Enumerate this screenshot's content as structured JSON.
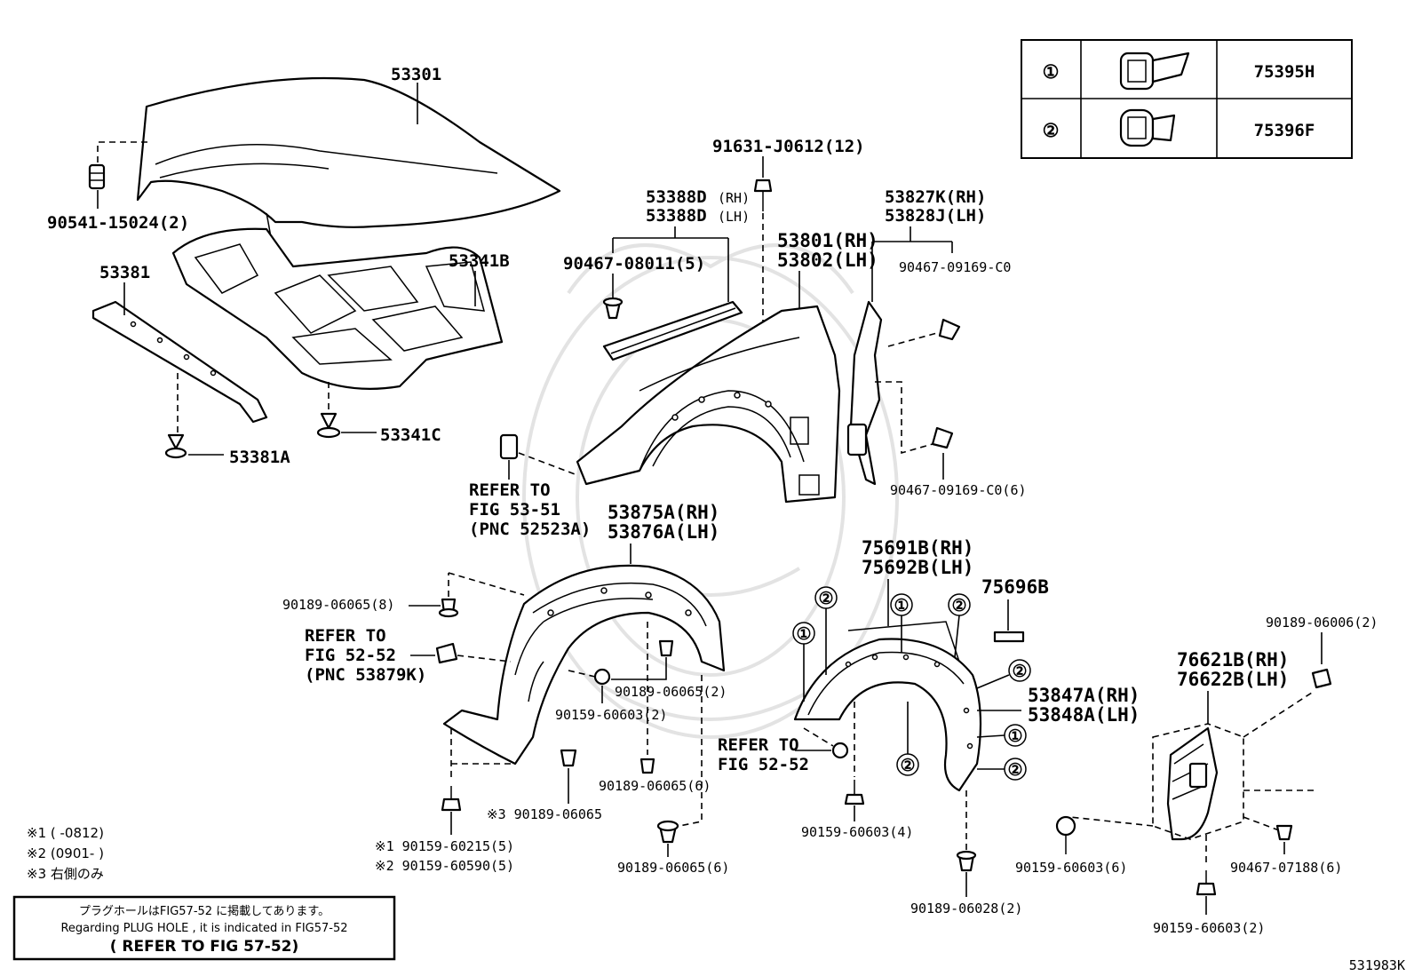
{
  "legend": {
    "rows": [
      {
        "marker": "①",
        "part_no": "75395H",
        "icon": "clip-icon"
      },
      {
        "marker": "②",
        "part_no": "75396F",
        "icon": "clip-icon"
      }
    ]
  },
  "labels": {
    "p53301": "53301",
    "p90541": "90541-15024(2)",
    "p53381": "53381",
    "p53341B": "53341B",
    "p53341C": "53341C",
    "p53381A": "53381A",
    "p91631": "91631-J0612(12)",
    "p53388_rh": "53388D",
    "p53388_rh_suffix": "(RH)",
    "p53388_lh": "53388D",
    "p53388_lh_suffix": "(LH)",
    "p90467_08011": "90467-08011(5)",
    "p53801": "53801(RH)",
    "p53802": "53802(LH)",
    "p53827": "53827K(RH)",
    "p53828": "53828J(LH)",
    "p90467_09169_top": "90467-09169-C0",
    "p90467_09169_bot": "90467-09169-C0(6)",
    "refer_53_51_a": "REFER TO",
    "refer_53_51_b": "FIG 53-51",
    "refer_53_51_c": "(PNC 52523A)",
    "p53875": "53875A(RH)",
    "p53876": "53876A(LH)",
    "p90189_06065_8": "90189-06065(8)",
    "refer_52_52_a": "REFER TO",
    "refer_52_52_b": "FIG 52-52",
    "refer_52_52_c": "(PNC 53879K)",
    "p90189_06065_2": "90189-06065(2)",
    "p90159_60603_2a": "90159-60603(2)",
    "p90189_06065_6a": "90189-06065(6)",
    "p90189_06065_x3": "※3 90189-06065",
    "p90159_60215": "※1 90159-60215(5)",
    "p90159_60590": "※2 90159-60590(5)",
    "p90189_06065_6b": "90189-06065(6)",
    "p75691": "75691B(RH)",
    "p75692": "75692B(LH)",
    "p75696": "75696B",
    "p53847": "53847A(RH)",
    "p53848": "53848A(LH)",
    "refer_52_52b_a": "REFER TO",
    "refer_52_52b_b": "FIG 52-52",
    "p90159_60603_4": "90159-60603(4)",
    "p90189_06028": "90189-06028(2)",
    "p90189_06006": "90189-06006(2)",
    "p76621": "76621B(RH)",
    "p76622": "76622B(LH)",
    "p90159_60603_6": "90159-60603(6)",
    "p90467_07188": "90467-07188(6)",
    "p90159_60603_2b": "90159-60603(2)",
    "c1": "①",
    "c2": "②"
  },
  "footnotes": {
    "n1": "※1 (      -0812)",
    "n2": "※2 (0901-       )",
    "n3": "※3 右側のみ"
  },
  "note_box": {
    "line1": "プラグホールはFIG57-52 に掲載してあります。",
    "line2": "Regarding PLUG HOLE , it is indicated in FIG57-52",
    "line3": "( REFER TO FIG 57-52)"
  },
  "figure_id": "531983K"
}
